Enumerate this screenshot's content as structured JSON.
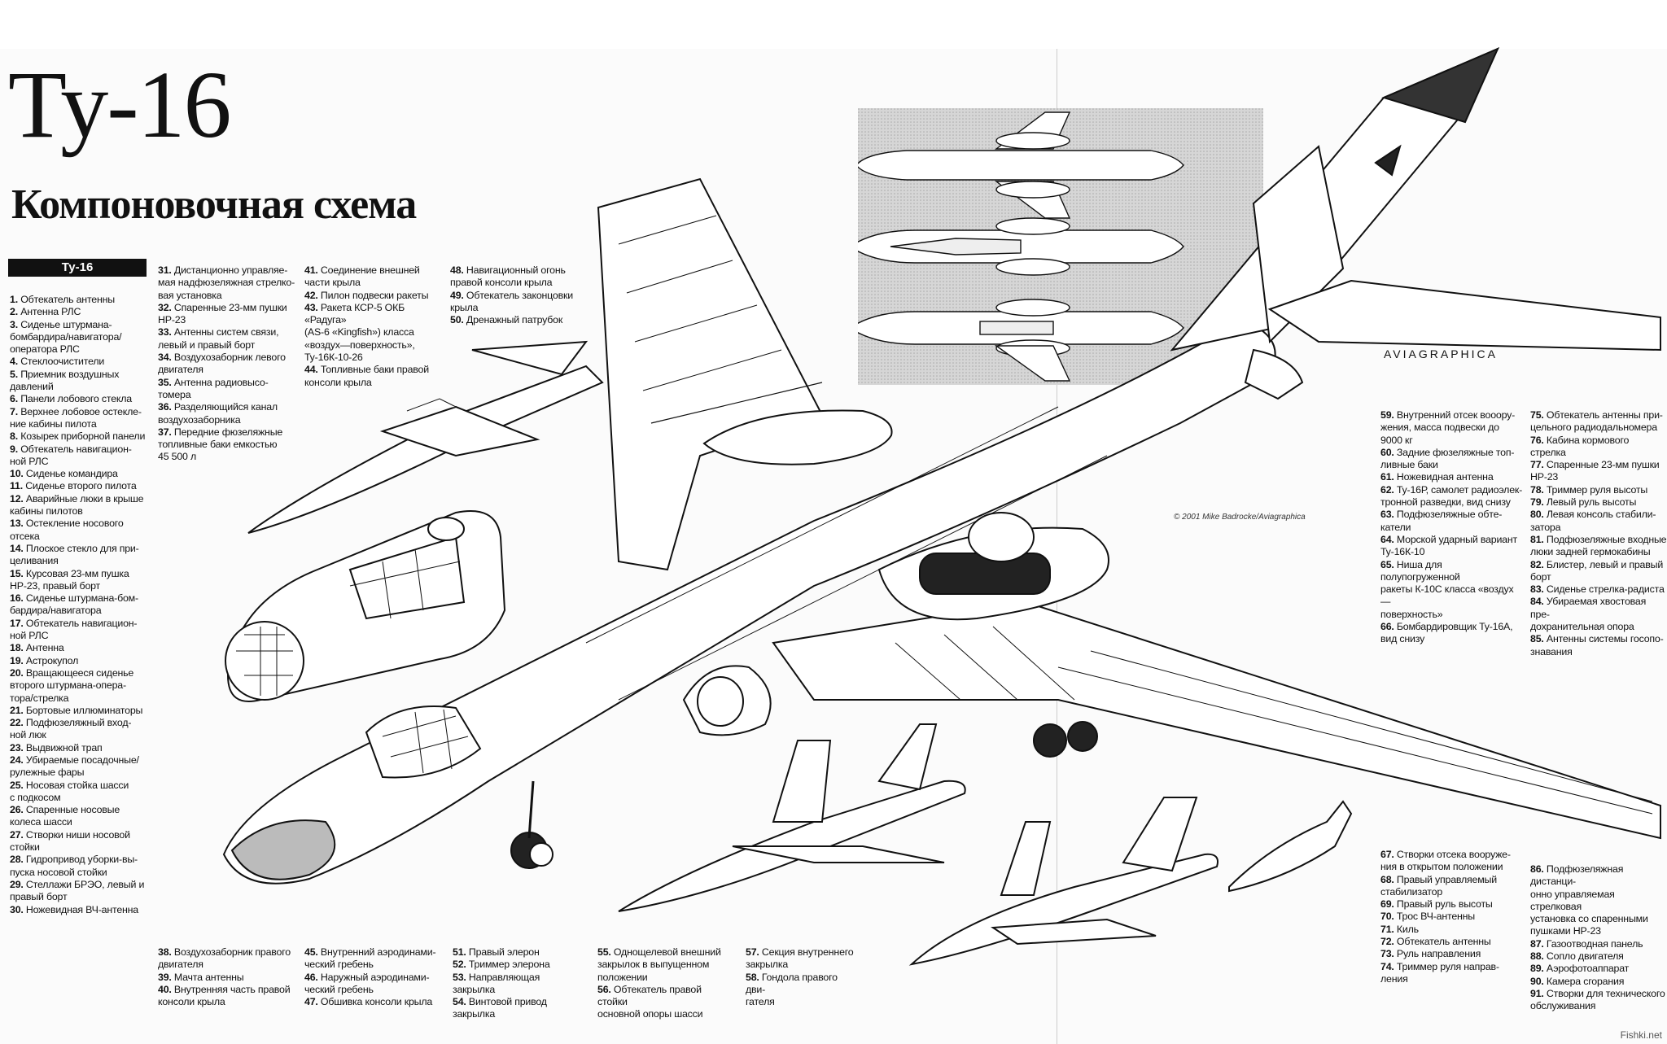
{
  "header": {
    "title": "Ту-16",
    "subtitle": "Компоновочная схема",
    "legend_title": "Ту-16"
  },
  "credit": "© 2001 Mike Badrocke/Aviagraphica",
  "watermark": "Fishki.net",
  "tail_text": "AVIAGRAPHICA",
  "legend_columns": [
    [
      "1. Обтекатель антенны",
      "2. Антенна РЛС",
      "3. Сиденье штурмана-",
      "бомбардира/навигатора/",
      "оператора РЛС",
      "4. Стеклоочистители",
      "5. Приемник воздушных",
      "давлений",
      "6. Панели лобового стекла",
      "7. Верхнее лобовое остекле-",
      "ние кабины пилота",
      "8. Козырек приборной панели",
      "9. Обтекатель навигацион-",
      "ной РЛС",
      "10. Сиденье командира",
      "11. Сиденье второго пилота",
      "12. Аварийные люки в крыше",
      "кабины пилотов",
      "13. Остекление носового",
      "отсека",
      "14. Плоское стекло для при-",
      "целивания",
      "15. Курсовая 23-мм пушка",
      "НР-23, правый борт",
      "16. Сиденье штурмана-бом-",
      "бардира/навигатора",
      "17. Обтекатель навигацион-",
      "ной РЛС",
      "18. Антенна",
      "19. Астрокупол",
      "20. Вращающееся сиденье",
      "второго штурмана-опера-",
      "тора/стрелка",
      "21. Бортовые иллюминаторы",
      "22. Подфюзеляжный вход-",
      "ной люк",
      "23. Выдвижной трап",
      "24. Убираемые посадочные/",
      "рулежные фары",
      "25. Носовая стойка шасси",
      "с подкосом",
      "26. Спаренные носовые",
      "колеса шасси",
      "27. Створки ниши носовой",
      "стойки",
      "28. Гидропривод уборки-вы-",
      "пуска носовой стойки",
      "29. Стеллажи БРЭО, левый и",
      "правый борт",
      "30. Ножевидная ВЧ-антенна"
    ],
    [
      "31. Дистанционно управляе-",
      "мая надфюзеляжная стрелко-",
      "вая установка",
      "32. Спаренные 23-мм пушки",
      "НР-23",
      "33. Антенны систем связи,",
      "левый и правый борт",
      "34. Воздухозаборник левого",
      "двигателя",
      "35. Антенна радиовысо-",
      "томера",
      "36. Разделяющийся канал",
      "воздухозаборника",
      "37. Передние фюзеляжные",
      "топливные баки емкостью",
      "45 500 л"
    ],
    [
      "41. Соединение внешней",
      "части крыла",
      "42. Пилон подвески ракеты",
      "43. Ракета КСР-5 ОКБ «Радуга»",
      "(AS-6 «Kingfish») класса",
      "«воздух—поверхность»,",
      "Ту-16К-10-26",
      "44. Топливные баки правой",
      "консоли крыла"
    ],
    [
      "48. Навигационный огонь",
      "правой консоли крыла",
      "49. Обтекатель законцовки",
      "крыла",
      "50. Дренажный патрубок"
    ],
    [
      "59. Внутренний отсек вооору-",
      "жения, масса подвески до",
      "9000 кг",
      "60. Задние фюзеляжные топ-",
      "ливные баки",
      "61. Ножевидная антенна",
      "62. Ту-16Р, самолет радиоэлек-",
      "тронной разведки, вид снизу",
      "63. Подфюзеляжные обте-",
      "катели",
      "64. Морской ударный вариант",
      "Ту-16К-10",
      "65. Ниша для полупогруженной",
      "ракеты К-10С класса «воздух—",
      "поверхность»",
      "66. Бомбардировщик Ту-16А,",
      "вид снизу"
    ],
    [
      "75. Обтекатель антенны при-",
      "цельного радиодальномера",
      "76. Кабина кормового стрелка",
      "77. Спаренные 23-мм пушки",
      "НР-23",
      "78. Триммер руля высоты",
      "79. Левый руль высоты",
      "80. Левая консоль стабили-",
      "затора",
      "81. Подфюзеляжные входные",
      "люки задней гермокабины",
      "82. Блистер, левый и правый",
      "борт",
      "83. Сиденье стрелка-радиста",
      "84. Убираемая хвостовая пре-",
      "дохранительная опора",
      "85. Антенны системы госопо-",
      "знавания"
    ],
    [
      "67. Створки отсека вооруже-",
      "ния в открытом положении",
      "68. Правый управляемый",
      "стабилизатор",
      "69. Правый руль высоты",
      "70. Трос ВЧ-антенны",
      "71. Киль",
      "72. Обтекатель антенны",
      "73. Руль направления",
      "74. Триммер руля направ-",
      "ления"
    ],
    [
      "86. Подфюзеляжная дистанци-",
      "онно управляемая стрелковая",
      "установка со спаренными",
      "пушками НР-23",
      "87. Газоотводная панель",
      "88. Сопло двигателя",
      "89. Аэрофотоаппарат",
      "90. Камера сгорания",
      "91. Створки для технического",
      "обслуживания"
    ],
    [
      "38. Воздухозаборник правого",
      "двигателя",
      "39. Мачта антенны",
      "40. Внутренняя часть правой",
      "консоли крыла"
    ],
    [
      "45. Внутренний аэродинами-",
      "ческий гребень",
      "46. Наружный аэродинами-",
      "ческий гребень",
      "47. Обшивка консоли крыла"
    ],
    [
      "51. Правый элерон",
      "52. Триммер элерона",
      "53. Направляющая закрылка",
      "54. Винтовой привод",
      "закрылка"
    ],
    [
      "55. Однощелевой внешний",
      "закрылок в выпущенном",
      "положении",
      "56. Обтекатель правой стойки",
      "основной опоры шасси"
    ],
    [
      "57. Секция внутреннего",
      "закрылка",
      "58. Гондола правого дви-",
      "гателя"
    ]
  ]
}
